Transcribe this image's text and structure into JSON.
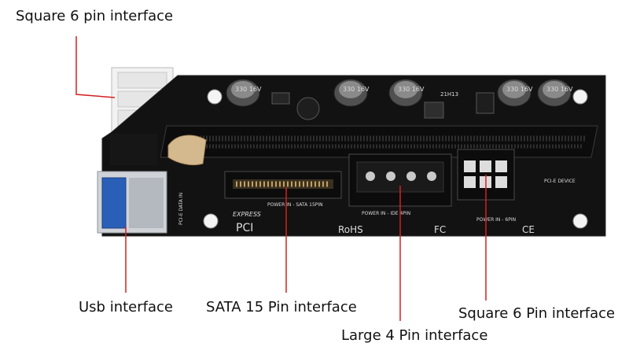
{
  "callouts": {
    "square_6pin_top": "Square 6 pin interface",
    "usb": "Usb interface",
    "sata15": "SATA 15 Pin interface",
    "large4": "Large 4 Pin interface",
    "square_6pin_bottom": "Square 6 Pin interface"
  },
  "board_labels": {
    "pcie_data_in": "PCI-E DATA IN",
    "power_sata": "POWER IN - SATA 15PIN",
    "power_ide": "POWER IN - IDE 4PIN",
    "power_6pin": "POWER IN - 6PIN",
    "pcie_device": "PCI-E DEVICE",
    "express": "EXPRESS",
    "pci": "PCI",
    "rohs": "RoHS",
    "fc": "FC",
    "ce": "CE",
    "cap_label": "330 16V",
    "model": "21H13"
  },
  "colors": {
    "leader": "#d42020",
    "board": "#121212",
    "text": "#111111"
  }
}
